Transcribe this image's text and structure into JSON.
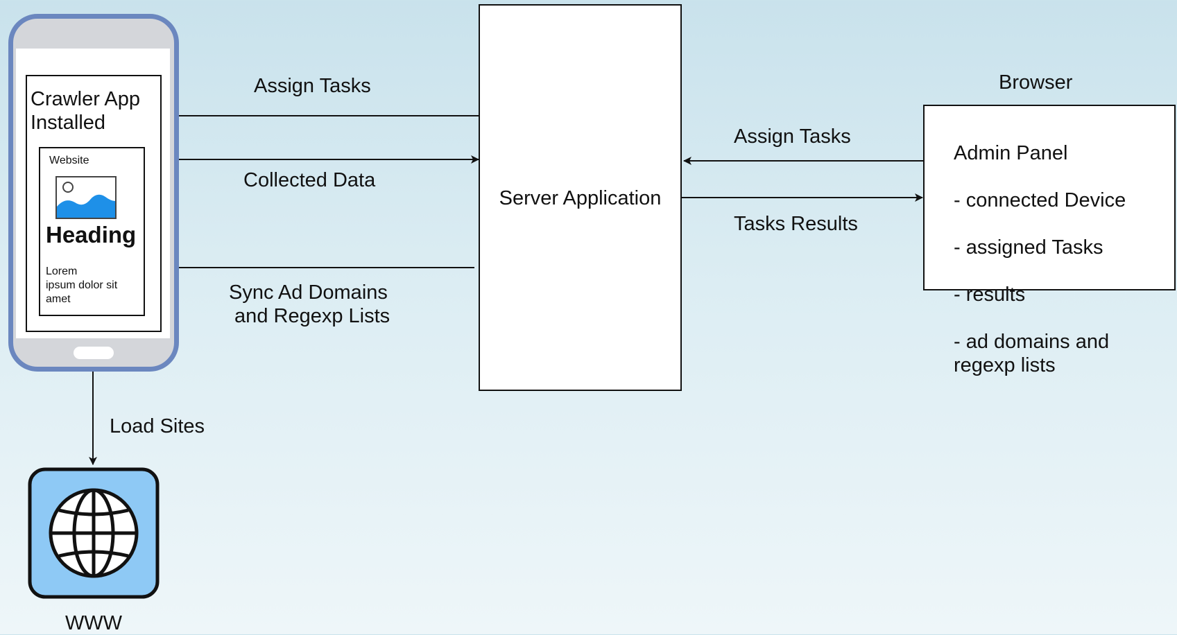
{
  "server": {
    "label": "Server Application"
  },
  "phone": {
    "app_label": "Crawler App\nInstalled",
    "website": {
      "label": "Website",
      "heading": "Heading",
      "body": "Lorem\nipsum dolor sit\namet"
    }
  },
  "www": {
    "label": "WWW",
    "icon": "globe-icon"
  },
  "browser": {
    "title": "Browser",
    "panel_title": "Admin Panel",
    "panel_items": [
      "- connected Device",
      "- assigned Tasks",
      "- results",
      "- ad domains and\nregexp lists"
    ]
  },
  "edges": {
    "assign_tasks_left": "Assign Tasks",
    "collected_data": "Collected Data",
    "sync_lists": "Sync Ad Domains\n and Regexp Lists",
    "assign_tasks_right": "Assign Tasks",
    "tasks_results": "Tasks Results",
    "load_sites": "Load Sites"
  },
  "colors": {
    "phone_frame": "#6b87bf",
    "phone_body": "#d4d6da",
    "icon_blue": "#1e90e8",
    "globe_bg": "#8ec9f5"
  }
}
